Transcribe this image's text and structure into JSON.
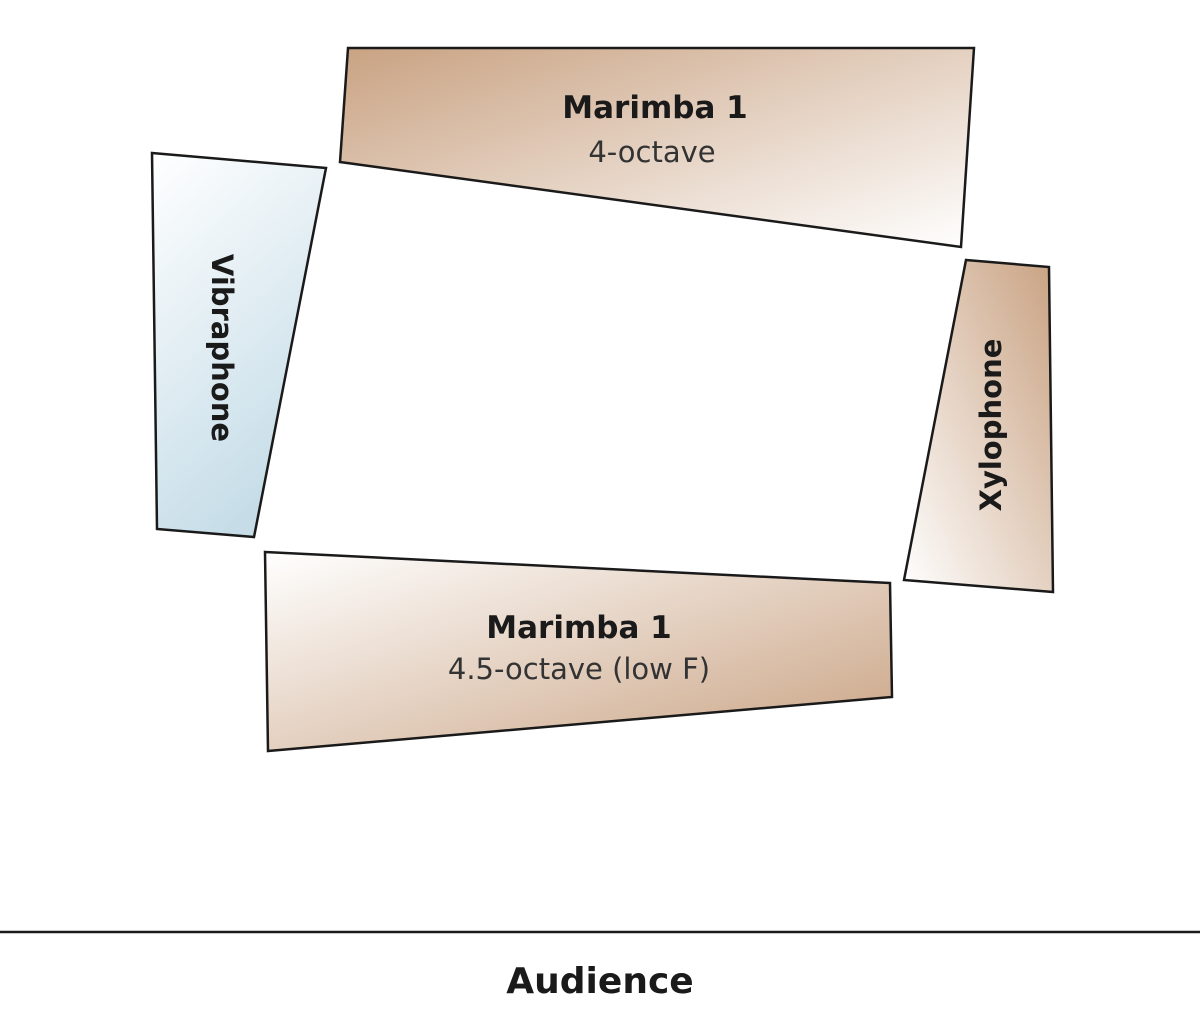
{
  "instruments": {
    "marimba_top": {
      "name": "Marimba 1",
      "detail": "4-octave",
      "color": "#c9a282"
    },
    "vibraphone": {
      "name": "Vibraphone",
      "color": "#c6dde8"
    },
    "xylophone": {
      "name": "Xylophone",
      "color": "#c9a282"
    },
    "marimba_bottom": {
      "name": "Marimba 1",
      "detail": "4.5-octave (low F)",
      "color": "#c9a282"
    }
  },
  "audience": {
    "label": "Audience"
  }
}
